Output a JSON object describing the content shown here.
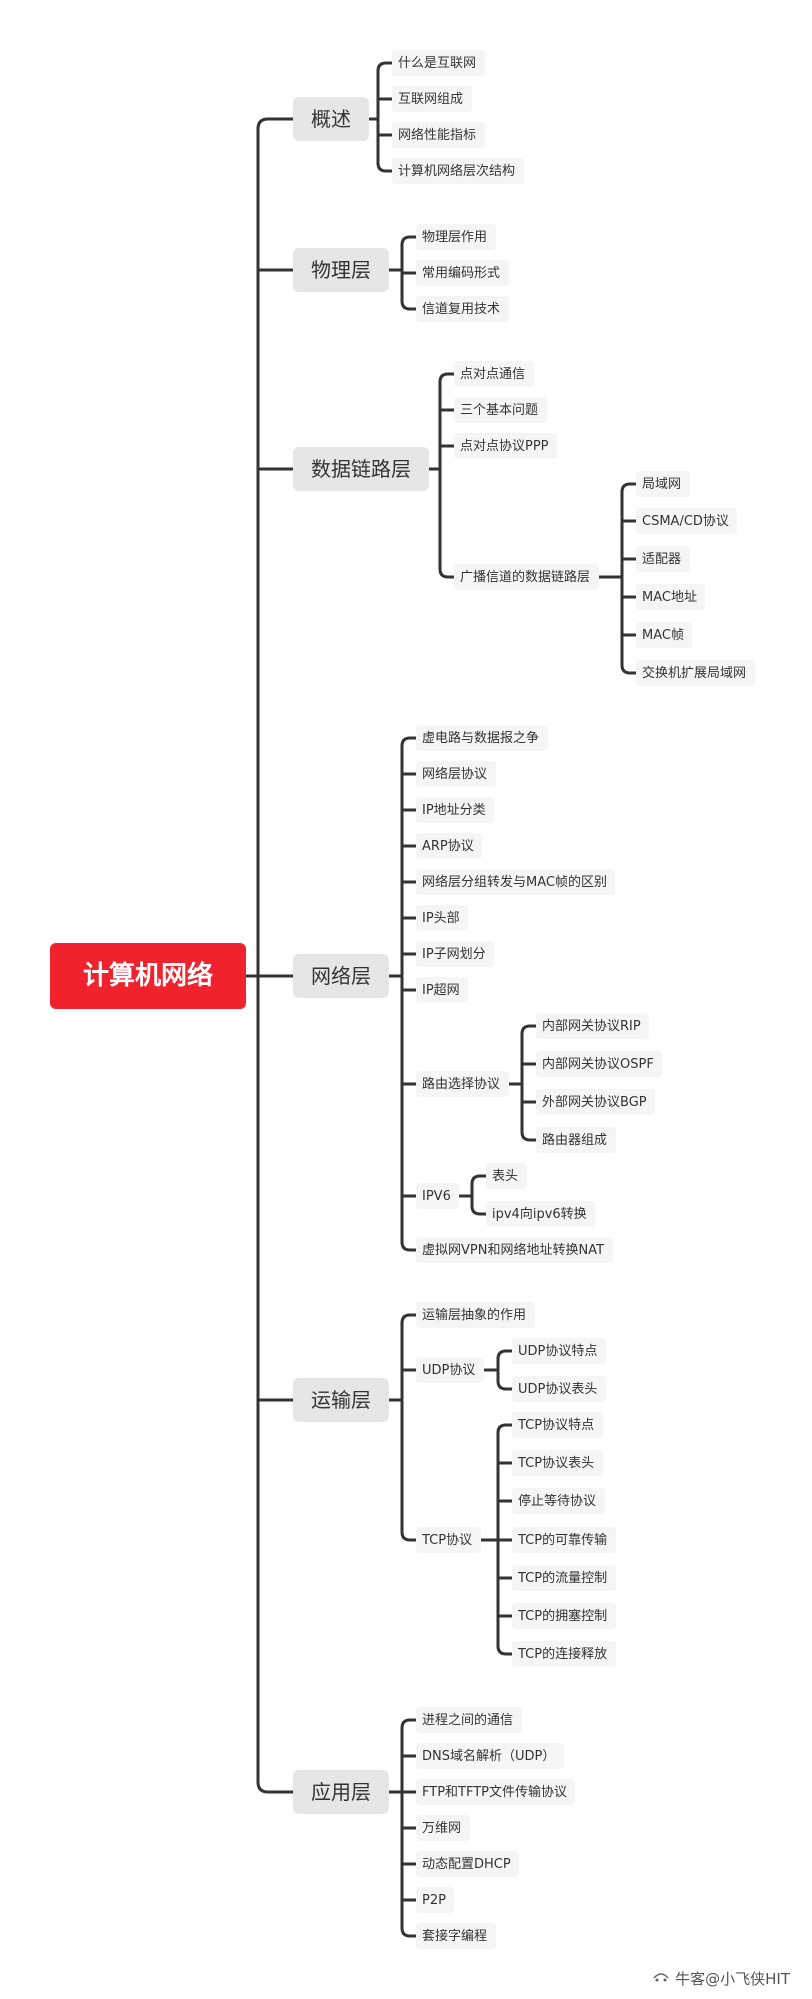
{
  "root": {
    "label": "计算机网络"
  },
  "sections": [
    {
      "label": "概述",
      "children": [
        {
          "label": "什么是互联网"
        },
        {
          "label": "互联网组成"
        },
        {
          "label": "网络性能指标"
        },
        {
          "label": "计算机网络层次结构"
        }
      ]
    },
    {
      "label": "物理层",
      "children": [
        {
          "label": "物理层作用"
        },
        {
          "label": "常用编码形式"
        },
        {
          "label": "信道复用技术"
        }
      ]
    },
    {
      "label": "数据链路层",
      "children": [
        {
          "label": "点对点通信"
        },
        {
          "label": "三个基本问题"
        },
        {
          "label": "点对点协议PPP"
        },
        {
          "label": "广播信道的数据链路层",
          "children": [
            {
              "label": "局域网"
            },
            {
              "label": "CSMA/CD协议"
            },
            {
              "label": "适配器"
            },
            {
              "label": "MAC地址"
            },
            {
              "label": "MAC帧"
            },
            {
              "label": "交换机扩展局域网"
            }
          ]
        }
      ]
    },
    {
      "label": "网络层",
      "children": [
        {
          "label": "虚电路与数据报之争"
        },
        {
          "label": "网络层协议"
        },
        {
          "label": "IP地址分类"
        },
        {
          "label": "ARP协议"
        },
        {
          "label": "网络层分组转发与MAC帧的区别"
        },
        {
          "label": "IP头部"
        },
        {
          "label": "IP子网划分"
        },
        {
          "label": "IP超网"
        },
        {
          "label": "路由选择协议",
          "children": [
            {
              "label": "内部网关协议RIP"
            },
            {
              "label": "内部网关协议OSPF"
            },
            {
              "label": "外部网关协议BGP"
            },
            {
              "label": "路由器组成"
            }
          ]
        },
        {
          "label": "IPV6",
          "children": [
            {
              "label": "表头"
            },
            {
              "label": "ipv4向ipv6转换"
            }
          ]
        },
        {
          "label": "虚拟网VPN和网络地址转换NAT"
        }
      ]
    },
    {
      "label": "运输层",
      "children": [
        {
          "label": "运输层抽象的作用"
        },
        {
          "label": "UDP协议",
          "children": [
            {
              "label": "UDP协议特点"
            },
            {
              "label": "UDP协议表头"
            }
          ]
        },
        {
          "label": "TCP协议",
          "children": [
            {
              "label": "TCP协议特点"
            },
            {
              "label": "TCP协议表头"
            },
            {
              "label": "停止等待协议"
            },
            {
              "label": "TCP的可靠传输"
            },
            {
              "label": "TCP的流量控制"
            },
            {
              "label": "TCP的拥塞控制"
            },
            {
              "label": "TCP的连接释放"
            }
          ]
        }
      ]
    },
    {
      "label": "应用层",
      "children": [
        {
          "label": "进程之间的通信"
        },
        {
          "label": "DNS域名解析（UDP）"
        },
        {
          "label": "FTP和TFTP文件传输协议"
        },
        {
          "label": "万维网"
        },
        {
          "label": "动态配置DHCP"
        },
        {
          "label": "P2P"
        },
        {
          "label": "套接字编程"
        }
      ]
    }
  ],
  "watermark": {
    "text": "牛客@小飞侠HIT",
    "icon": "niuke-logo-icon"
  },
  "colors": {
    "root": "#f0222e",
    "line": "#333333",
    "main_bg": "#e6e6e6",
    "leaf_bg": "#f5f5f5"
  }
}
